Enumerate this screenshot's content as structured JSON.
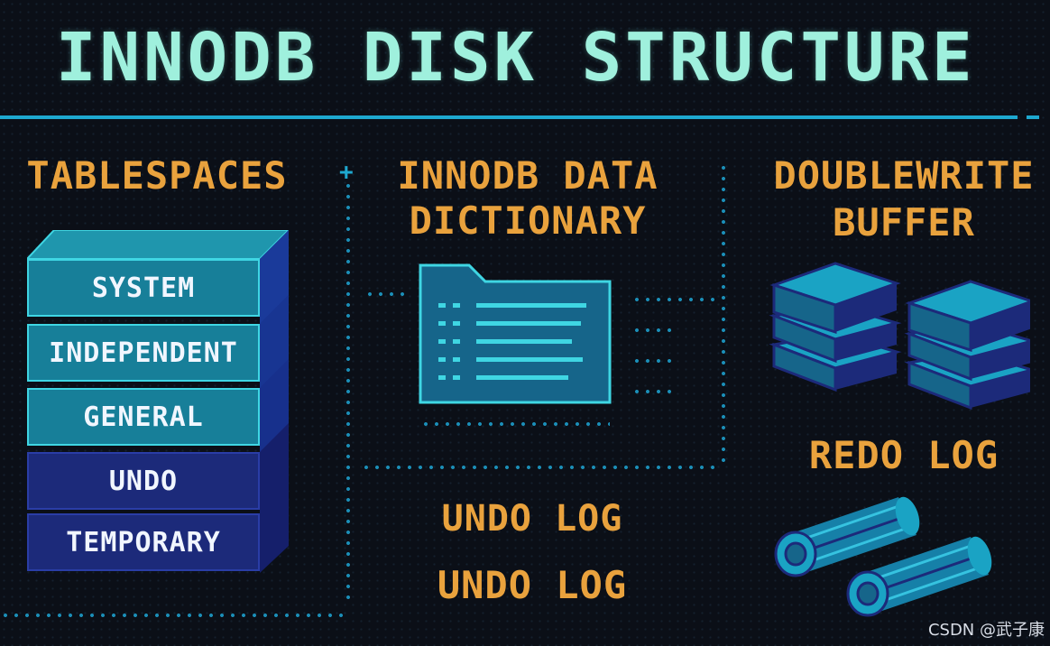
{
  "title": "INNODB DISK STRUCTURE",
  "sections": {
    "tablespaces": {
      "heading": "TABLESPACES",
      "layers": [
        "SYSTEM",
        "INDEPENDENT",
        "GENERAL",
        "UNDO",
        "TEMPORARY"
      ]
    },
    "data_dictionary": {
      "heading_line1": "INNODB DATA",
      "heading_line2": "DICTIONARY"
    },
    "doublewrite": {
      "heading_line1": "DOUBLEWRITE",
      "heading_line2": "BUFFER"
    },
    "undo_logs": [
      "UNDO LOG",
      "UNDO LOG"
    ],
    "redo_log": {
      "heading": "REDO LOG"
    }
  },
  "icons": [
    "folder-icon",
    "buffer-page-stack-icon",
    "log-cylinder-icon"
  ],
  "colors": {
    "title": "#9ff0dd",
    "heading": "#e9a23d",
    "teal_layer": "#177f99",
    "navy_layer": "#1c2a7a",
    "accent_line": "#1ea8cf"
  },
  "watermark": "CSDN @武子康"
}
